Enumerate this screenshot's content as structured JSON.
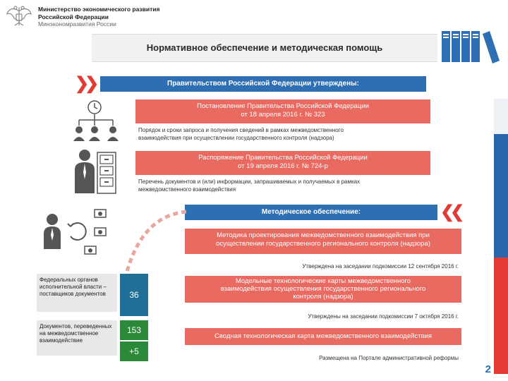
{
  "header": {
    "ministry_line1": "Министерство экономического развития",
    "ministry_line2": "Российской Федерации",
    "ministry_short": "Минэкономразвития России",
    "title": "Нормативное обеспечение и методическая помощь"
  },
  "section1": {
    "banner": "Правительством Российской Федерации утверждены:",
    "doc1_line1": "Постановление Правительства Российской Федерации",
    "doc1_line2": "от 18 апреля 2016 г. № 323",
    "doc1_desc1": "Порядок и сроки запроса и получения сведений в рамках межведомственного",
    "doc1_desc2": "взаимодействия при осуществлении государственного контроля (надзора)",
    "doc2_line1": "Распоряжение Правительства Российской Федерации",
    "doc2_line2": "от 19 апреля 2016 г. № 724-р",
    "doc2_desc1": "Перечень документов и (или) информации, запрашиваемых и получаемых в рамках",
    "doc2_desc2": "межведомственного взаимодействия"
  },
  "section2": {
    "banner": "Методическое обеспечение:",
    "m1_line1": "Методика проектирования межведомственного взаимодействия при",
    "m1_line2": "осуществлении государственного регионального контроля (надзора)",
    "m1_note": "Утверждена на заседании подкомиссии 12 сентября 2016 г.",
    "m2_line1": "Модельные технологические карты межведомственного",
    "m2_line2": "взаимодействия осуществления государственного регионального",
    "m2_line3": "контроля (надзора)",
    "m2_note": "Утверждены на заседании подкомиссии 7 октября 2016 г.",
    "m3_line1": "Сводная технологическая карта межведомственного взаимодействия",
    "m3_note": "Размещена на Портале административной реформы"
  },
  "stats": {
    "row1_label": "Федеральных органов исполнительной власти – поставщиков документов",
    "row1_value": "36",
    "row2_label": "Документов, переведенных на межведомственное взаимодействие",
    "row2_value": "153",
    "row2_extra": "+5"
  },
  "page_number": "2",
  "colors": {
    "blue": "#2e6fb3",
    "red_box": "#e96a61",
    "green": "#2a8a3a",
    "teal": "#1f6f96"
  }
}
